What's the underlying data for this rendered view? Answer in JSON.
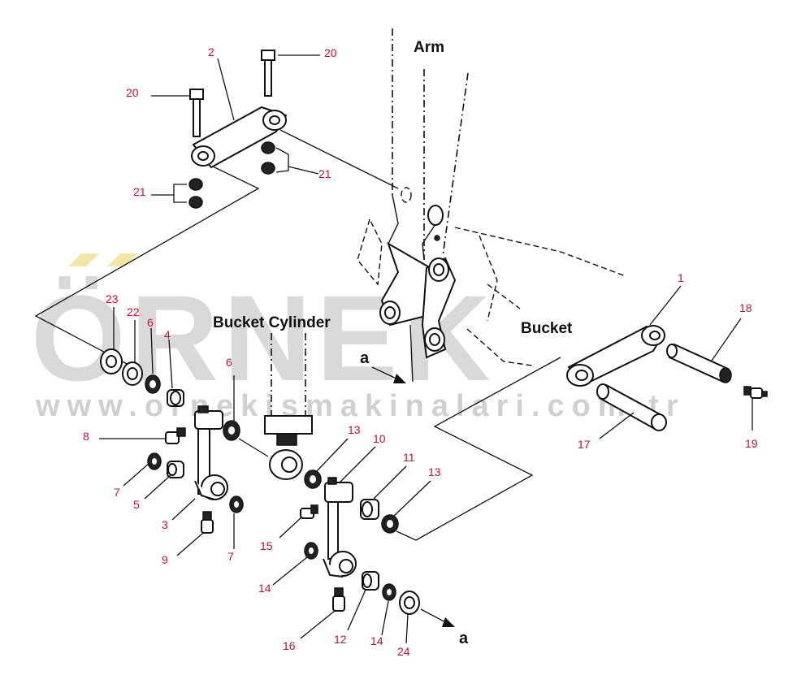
{
  "watermark": {
    "brand": "ÖRNEK",
    "url": "www.ornekismakinalari.com.tr"
  },
  "labels": {
    "arm": "Arm",
    "bucket_cylinder": "Bucket Cylinder",
    "bucket": "Bucket",
    "arrow_a_left": "a",
    "arrow_a_right": "a"
  },
  "part_numbers": {
    "p1": "1",
    "p2": "2",
    "p3": "3",
    "p4": "4",
    "p5": "5",
    "p6a": "6",
    "p6b": "6",
    "p7a": "7",
    "p7b": "7",
    "p8": "8",
    "p9": "9",
    "p10": "10",
    "p11": "11",
    "p12": "12",
    "p13a": "13",
    "p13b": "13",
    "p14a": "14",
    "p14b": "14",
    "p15": "15",
    "p16": "16",
    "p17": "17",
    "p18": "18",
    "p19": "19",
    "p20a": "20",
    "p20b": "20",
    "p21a": "21",
    "p21b": "21",
    "p22": "22",
    "p23": "23",
    "p24": "24"
  },
  "colors": {
    "part_number": "#c8102e",
    "watermark": "#d9d9d9",
    "watermark_accent": "#f2e6a6",
    "line": "#111111"
  }
}
